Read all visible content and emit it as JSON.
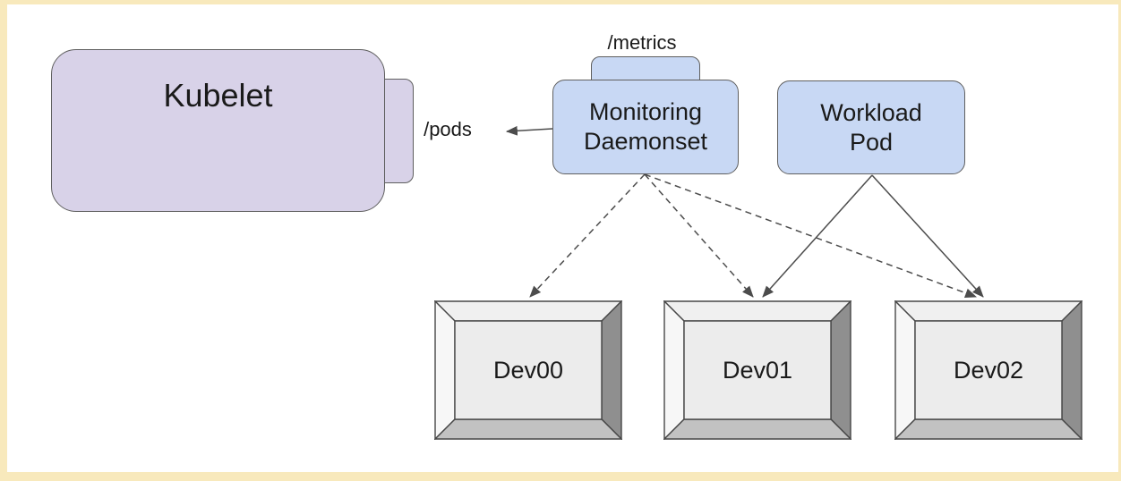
{
  "nodes": {
    "kubelet": {
      "label": "Kubelet",
      "endpoint_label": "/pods"
    },
    "monitoring_daemonset": {
      "label": "Monitoring Daemonset",
      "endpoint_label": "/metrics"
    },
    "workload_pod": {
      "label": "Workload Pod"
    }
  },
  "devices": [
    {
      "label": "Dev00"
    },
    {
      "label": "Dev01"
    },
    {
      "label": "Dev02"
    }
  ],
  "edges": [
    {
      "from": "monitoring_daemonset",
      "to": "pods_endpoint",
      "style": "solid"
    },
    {
      "from": "monitoring_daemonset",
      "to": "dev00",
      "style": "dashed"
    },
    {
      "from": "monitoring_daemonset",
      "to": "dev01",
      "style": "dashed"
    },
    {
      "from": "monitoring_daemonset",
      "to": "dev02",
      "style": "dashed"
    },
    {
      "from": "workload_pod",
      "to": "dev01",
      "style": "solid"
    },
    {
      "from": "workload_pod",
      "to": "dev02",
      "style": "solid"
    }
  ],
  "colors": {
    "page_border": "#f8e9bc",
    "canvas": "#ffffff",
    "kubelet_fill": "#d8d2e8",
    "pod_fill": "#c8d8f4",
    "node_stroke": "#5f5f5f",
    "arrow": "#4c4c4c",
    "text": "#1a1a1a",
    "device_face": "#ececec",
    "device_bevel_top": "#f0f0f0",
    "device_bevel_left": "#f7f7f7",
    "device_bevel_right": "#8f8f8f",
    "device_bevel_bottom": "#c2c2c2",
    "device_stroke": "#474747"
  }
}
